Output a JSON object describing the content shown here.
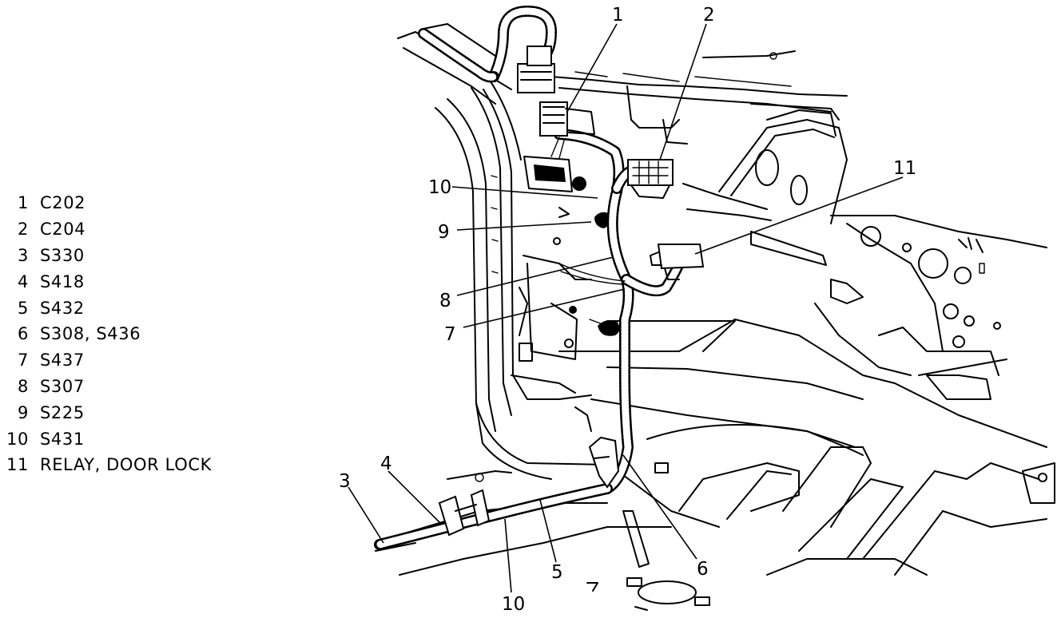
{
  "legend": [
    {
      "num": "1",
      "text": "C202"
    },
    {
      "num": "2",
      "text": "C204"
    },
    {
      "num": "3",
      "text": "S330"
    },
    {
      "num": "4",
      "text": "S418"
    },
    {
      "num": "5",
      "text": "S432"
    },
    {
      "num": "6",
      "text": "S308, S436"
    },
    {
      "num": "7",
      "text": "S437"
    },
    {
      "num": "8",
      "text": "S307"
    },
    {
      "num": "9",
      "text": "S225"
    },
    {
      "num": "10",
      "text": "S431"
    },
    {
      "num": "11",
      "text": "RELAY, DOOR LOCK"
    }
  ],
  "callouts": {
    "c1": "1",
    "c2": "2",
    "c3": "3",
    "c4": "4",
    "c5": "5",
    "c6": "6",
    "c7": "7",
    "c8": "8",
    "c9": "9",
    "c10a": "10",
    "c10b": "10",
    "c11": "11"
  }
}
